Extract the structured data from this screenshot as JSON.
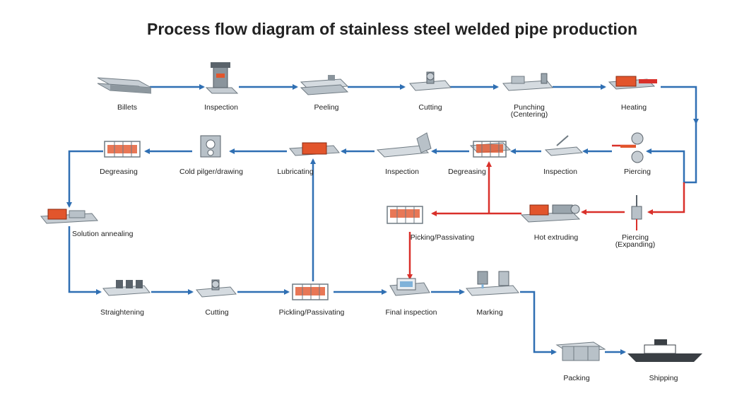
{
  "title": "Process flow diagram of stainless steel welded pipe production",
  "colors": {
    "flow": "#2f6fb3",
    "hot": "#d9302a",
    "steel": "#9aa5ad",
    "heated": "#e2552c"
  },
  "steps": {
    "billets": "Billets",
    "inspection1": "Inspection",
    "peeling": "Peeling",
    "cutting1": "Cutting",
    "punching": "Punching",
    "punching_sub": "(Centering)",
    "heating": "Heating",
    "piercing1": "Piercing",
    "inspection2": "Inspection",
    "degreasing2": "Degreasing",
    "inspection3": "Inspection",
    "lubricating": "Lubricating",
    "cold_pilger": "Cold pilger/drawing",
    "degreasing1": "Degreasing",
    "solution_annealing": "Solution annealing",
    "piercing2": "Piercing",
    "piercing2_sub": "(Expanding)",
    "hot_extruding": "Hot extruding",
    "pickling1": "Picking/Passivating",
    "straightening": "Straightening",
    "cutting2": "Cutting",
    "pickling2": "Pickling/Passivating",
    "final_inspection": "Final inspection",
    "marking": "Marking",
    "packing": "Packing",
    "shipping": "Shipping"
  }
}
